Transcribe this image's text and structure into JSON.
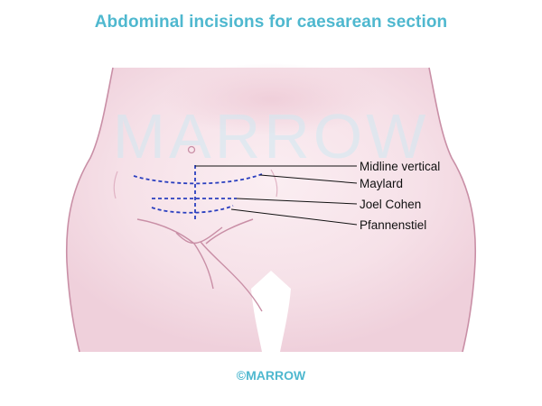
{
  "title": "Abdominal incisions for caesarean section",
  "watermark": "MARROW",
  "footer": {
    "copyright_symbol": "©",
    "brand": "MARROW"
  },
  "labels": {
    "midline_vertical": "Midline vertical",
    "maylard": "Maylard",
    "joel_cohen": "Joel Cohen",
    "pfannenstiel": "Pfannenstiel"
  },
  "colors": {
    "title": "#4fb8cf",
    "skin": "#f7e6ec",
    "outline": "#c98fa6",
    "incision": "#2a3fbf",
    "leader": "#111111",
    "watermark": "#cfe9f2"
  }
}
